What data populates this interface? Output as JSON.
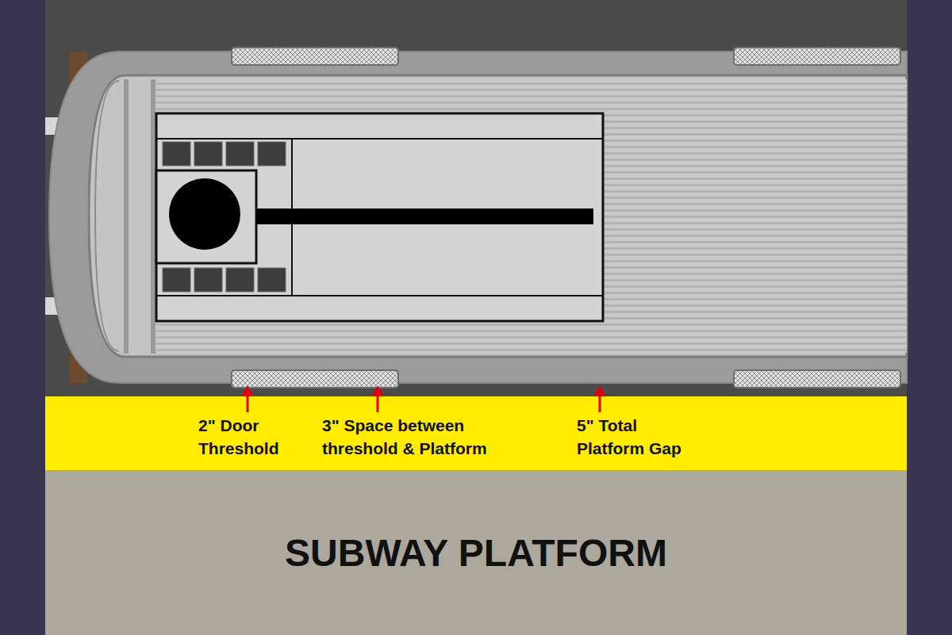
{
  "diagram": {
    "nodes": [
      {
        "text": [
          "SUBWAY PLATFORM"
        ]
      }
    ],
    "labels": [
      "2\" Door Threshold",
      "3\" Space between threshold & Platform",
      "5\" Total Platform Gap"
    ]
  }
}
